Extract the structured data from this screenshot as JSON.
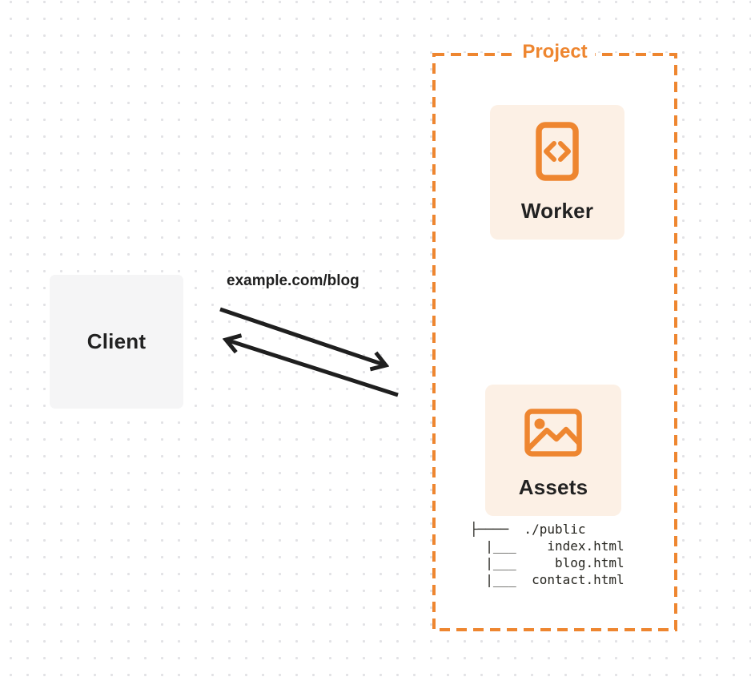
{
  "client": {
    "label": "Client"
  },
  "request_arrow": {
    "url_label": "example.com/blog"
  },
  "project": {
    "label": "Project",
    "worker": {
      "label": "Worker",
      "icon": "code-icon"
    },
    "assets": {
      "label": "Assets",
      "icon": "image-icon",
      "file_tree": [
        "├────  ./public",
        "  |___    index.html",
        "  |___     blog.html",
        "  |___  contact.html"
      ]
    }
  },
  "colors": {
    "accent_orange": "#ee8630",
    "card_background": "#fcf0e5",
    "client_background": "#f5f5f6",
    "arrow_black": "#1f1f1f",
    "text_dark": "#222222",
    "dot_grid_gray": "#e2e2e5"
  }
}
